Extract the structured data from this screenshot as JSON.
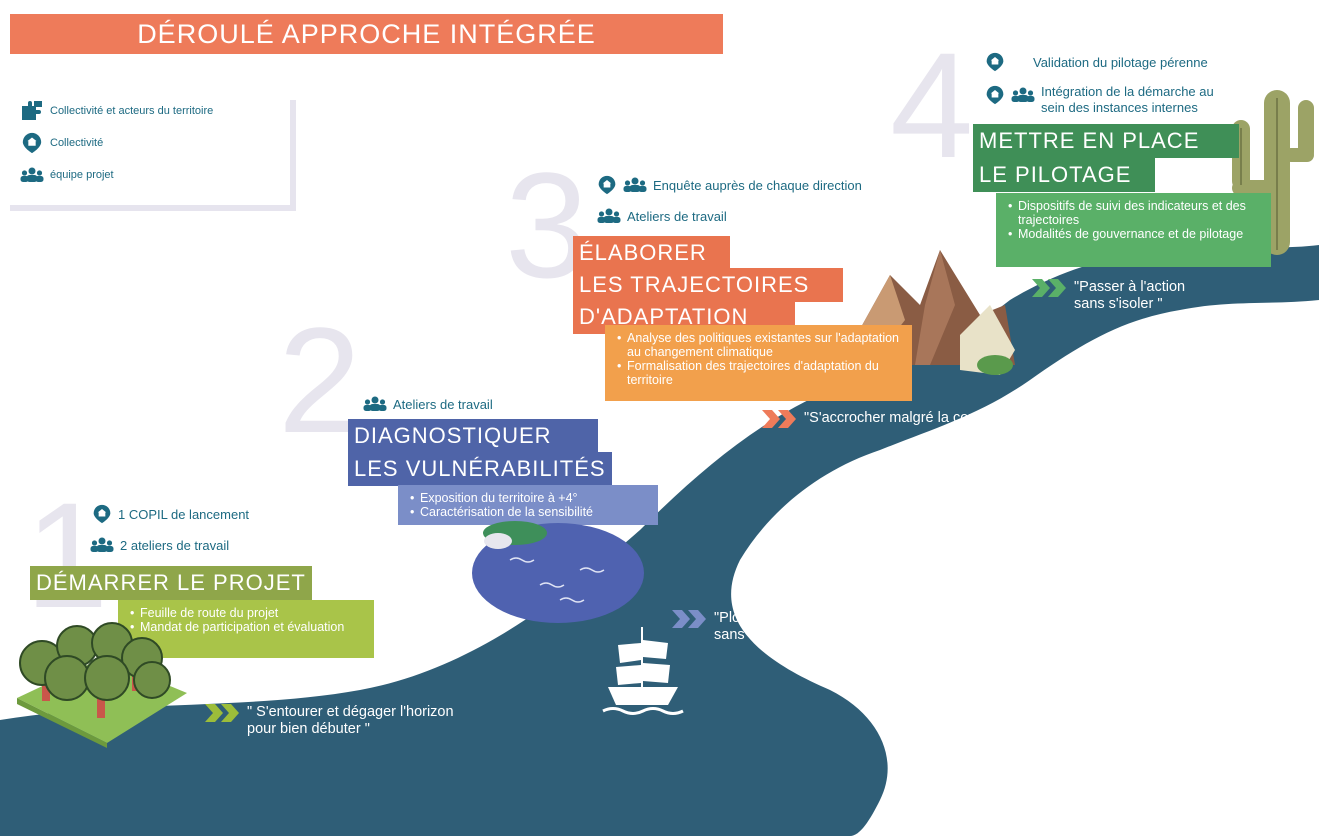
{
  "title": "DÉROULÉ APPROCHE INTÉGRÉE",
  "legend": [
    {
      "icon": "puzzle-icon",
      "label": "Collectivité et acteurs du territoire"
    },
    {
      "icon": "town-hall-pin-icon",
      "label": "Collectivité"
    },
    {
      "icon": "team-icon",
      "label": "équipe projet"
    }
  ],
  "colors": {
    "river": "#2f5e77",
    "stage1": "#8fa64a",
    "stage1_box": "#a9c449",
    "stage2": "#4f64a8",
    "stage2_box": "#7b8ec8",
    "stage3": "#e9744f",
    "stage3_box": "#f2a04c",
    "stage4": "#3f8f57",
    "stage4_box": "#5ab068",
    "icon": "#1d6a82"
  },
  "stages": [
    {
      "number": "1",
      "title_lines": [
        "DÉMARRER LE PROJET"
      ],
      "meta": [
        "1 COPIL de lancement",
        "2 ateliers de travail"
      ],
      "bullets": [
        "Feuille de route du projet",
        "Mandat de participation et évaluation"
      ],
      "quote": "\" S'entourer et dégager l'horizon pour bien débuter \""
    },
    {
      "number": "2",
      "title_lines": [
        "DIAGNOSTIQUER",
        "LES VULNÉRABILITÉS"
      ],
      "meta": [
        "Ateliers de travail"
      ],
      "bullets": [
        "Exposition du territoire à +4°",
        "Caractérisation de la sensibilité"
      ],
      "quote": "\"Plonger dans les données sans se noyer\""
    },
    {
      "number": "3",
      "title_lines": [
        "ÉLABORER",
        "LES TRAJECTOIRES",
        "D'ADAPTATION"
      ],
      "meta": [
        "Enquête auprès de chaque direction",
        "Ateliers de travail"
      ],
      "bullets": [
        "Analyse des politiques existantes sur l'adaptation au changement climatique",
        "Formalisation des trajectoires d'adaptation du territoire"
      ],
      "quote": "\"S'accrocher malgré la complexité\""
    },
    {
      "number": "4",
      "title_lines": [
        "METTRE EN PLACE",
        "LE PILOTAGE"
      ],
      "meta": [
        "Validation du pilotage pérenne",
        "Intégration de la démarche au sein des instances internes"
      ],
      "bullets": [
        "Dispositifs de suivi des indicateurs et des trajectoires",
        "Modalités de gouvernance et de pilotage"
      ],
      "quote": "\"Passer à l'action sans s'isoler \""
    }
  ]
}
